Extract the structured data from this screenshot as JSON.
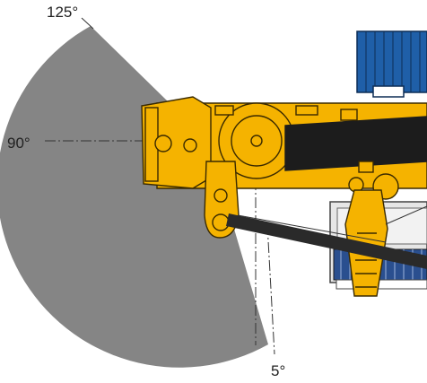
{
  "angle_labels": {
    "max": "125°",
    "horizontal": "90°",
    "min": "5°"
  },
  "colors": {
    "sector_fill": "#858585",
    "machine_yellow": "#f5b300",
    "machine_outline": "#3a2a00",
    "boom_band": "#1c1c1c",
    "counterweight_blue": "#1f5fa8",
    "lattice_blue": "#2a4f8f",
    "track_grey": "#d9d9d9"
  },
  "icons": [
    "swing-sector",
    "reference-axis",
    "excavator-top-view",
    "counterweight",
    "track-frame"
  ]
}
